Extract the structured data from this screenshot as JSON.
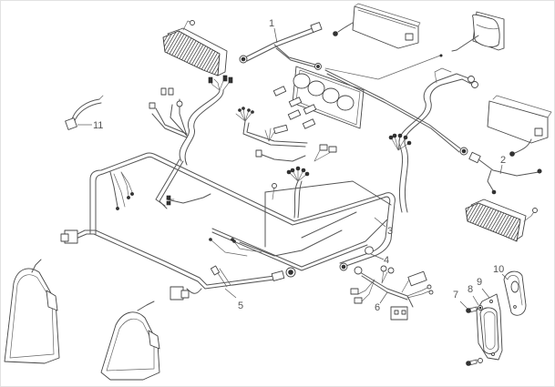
{
  "diagram": {
    "type": "exploded-parts-diagram",
    "subject": "vehicle wiring harness assembly",
    "callouts": [
      {
        "id": "1",
        "label": "1",
        "part": "main front harness (T-branch)"
      },
      {
        "id": "2",
        "label": "2",
        "part": "front light harness"
      },
      {
        "id": "3",
        "label": "3",
        "part": "main frame harness"
      },
      {
        "id": "4",
        "label": "4",
        "part": "cable clip / ring"
      },
      {
        "id": "5",
        "label": "5",
        "part": "rear harness"
      },
      {
        "id": "6",
        "label": "6",
        "part": "sub harness with relay connector"
      },
      {
        "id": "7",
        "label": "7",
        "part": "screw"
      },
      {
        "id": "8",
        "label": "8",
        "part": "washer"
      },
      {
        "id": "9",
        "label": "9",
        "part": "mounting plate / grommet bracket"
      },
      {
        "id": "10",
        "label": "10",
        "part": "grommet / cover"
      },
      {
        "id": "11",
        "label": "11",
        "part": "short jumper harness"
      }
    ],
    "components": [
      "hatched-light-bar-top-left",
      "light-bar-top-center",
      "headlamp-top-right",
      "instrument-switch-panel",
      "light-bar-right",
      "hatched-light-bar-right",
      "tail-lamp-left",
      "tail-lamp-center",
      "connector-blocks"
    ],
    "colors": {
      "line": "#444444",
      "background": "#ffffff",
      "border": "#e2e2e2",
      "callout_text": "#555555"
    }
  }
}
